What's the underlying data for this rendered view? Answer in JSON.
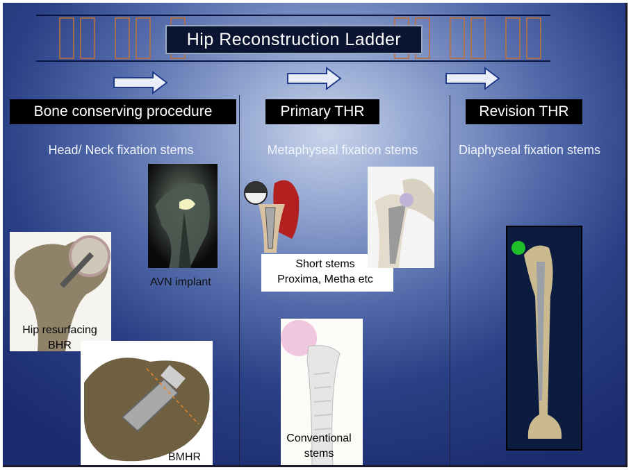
{
  "title": "Hip  Reconstruction Ladder",
  "columns": [
    {
      "header": "Bone conserving procedure",
      "subtitle": "Head/ Neck  fixation stems"
    },
    {
      "header": "Primary  THR",
      "subtitle": "Metaphyseal  fixation stems"
    },
    {
      "header": "Revision  THR",
      "subtitle": "Diaphyseal  fixation stems"
    }
  ],
  "images": {
    "avn": "AVN implant",
    "resurfacing": "Hip resurfacing BHR",
    "bmhr": "BMHR",
    "short_stems_line1": "Short stems",
    "short_stems_line2": "Proxima, Metha etc",
    "conventional": "Conventional stems"
  },
  "colors": {
    "header_bg": "#000000",
    "title_bg": "#0b1430",
    "ladder_rung": "#c0703a",
    "ladder_rail": "#0a1440"
  }
}
